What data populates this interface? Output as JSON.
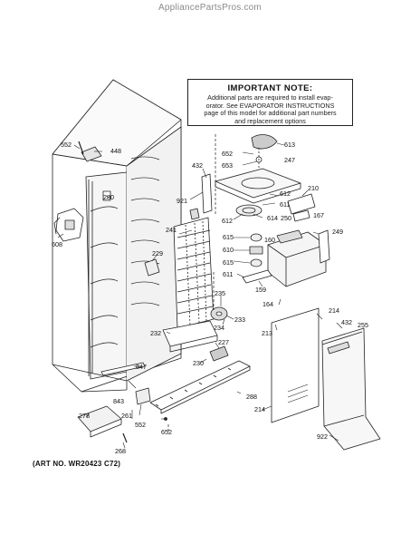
{
  "watermark": "AppliancePartsPros.com",
  "note": {
    "title": "IMPORTANT NOTE:",
    "lines": [
      "Additional parts are required to install evap-",
      "orator. See EVAPORATOR INSTRUCTIONS",
      "page of this model for additional part numbers",
      "and replacement options"
    ]
  },
  "art_no": "(ART NO. WR20423 C72)",
  "callouts": [
    {
      "id": "c552a",
      "text": "552"
    },
    {
      "id": "c448",
      "text": "448"
    },
    {
      "id": "c280",
      "text": "280"
    },
    {
      "id": "c608",
      "text": "608"
    },
    {
      "id": "c432a",
      "text": "432"
    },
    {
      "id": "c921",
      "text": "921"
    },
    {
      "id": "c652",
      "text": "652"
    },
    {
      "id": "c653",
      "text": "653"
    },
    {
      "id": "c613",
      "text": "613"
    },
    {
      "id": "c247",
      "text": "247"
    },
    {
      "id": "c612a",
      "text": "612"
    },
    {
      "id": "c611a",
      "text": "611"
    },
    {
      "id": "c210",
      "text": "210"
    },
    {
      "id": "c612b",
      "text": "612"
    },
    {
      "id": "c614",
      "text": "614"
    },
    {
      "id": "c250",
      "text": "250"
    },
    {
      "id": "c167",
      "text": "167"
    },
    {
      "id": "c241",
      "text": "241"
    },
    {
      "id": "c615a",
      "text": "615"
    },
    {
      "id": "c160",
      "text": "160"
    },
    {
      "id": "c249",
      "text": "249"
    },
    {
      "id": "c229",
      "text": "229"
    },
    {
      "id": "c610",
      "text": "610"
    },
    {
      "id": "c615b",
      "text": "615"
    },
    {
      "id": "c611b",
      "text": "611"
    },
    {
      "id": "c159",
      "text": "159"
    },
    {
      "id": "c235",
      "text": "235"
    },
    {
      "id": "c164",
      "text": "164"
    },
    {
      "id": "c214a",
      "text": "214"
    },
    {
      "id": "c234",
      "text": "234"
    },
    {
      "id": "c233",
      "text": "233"
    },
    {
      "id": "c432b",
      "text": "432"
    },
    {
      "id": "c255",
      "text": "255"
    },
    {
      "id": "c232",
      "text": "232"
    },
    {
      "id": "c213",
      "text": "213"
    },
    {
      "id": "c227",
      "text": "227"
    },
    {
      "id": "c230",
      "text": "230"
    },
    {
      "id": "c847",
      "text": "847"
    },
    {
      "id": "c843",
      "text": "843"
    },
    {
      "id": "c288",
      "text": "288"
    },
    {
      "id": "c261",
      "text": "261"
    },
    {
      "id": "c214b",
      "text": "214"
    },
    {
      "id": "c278",
      "text": "278"
    },
    {
      "id": "c552b",
      "text": "552"
    },
    {
      "id": "c652b",
      "text": "652"
    },
    {
      "id": "c922",
      "text": "922"
    },
    {
      "id": "c268",
      "text": "268"
    }
  ]
}
